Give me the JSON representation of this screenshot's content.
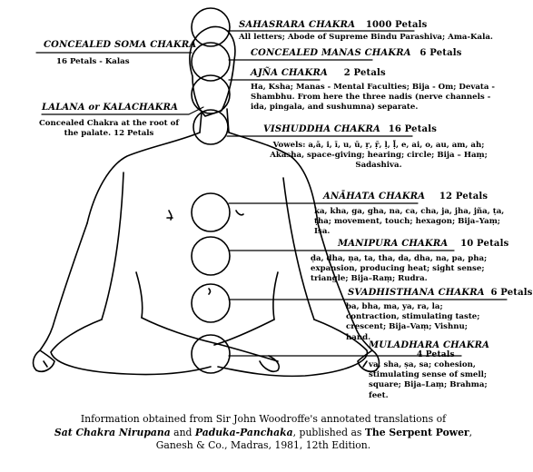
{
  "chakras": {
    "sahasrara": {
      "name": "SAHASRARA CHAKRA",
      "petals": "1000 Petals",
      "desc": "All letters; Abode of Supreme Bindu Parashiva; Ama-Kala."
    },
    "soma": {
      "name": "CONCEALED SOMA CHAKRA",
      "desc": "16 Petals - Kalas"
    },
    "manas": {
      "name": "CONCEALED MANAS CHAKRA",
      "petals": "6 Petals"
    },
    "ajna": {
      "name": "AJÑA CHAKRA",
      "petals": "2 Petals",
      "desc": "Ha, Ksha; Manas - Mental Faculties; Bija - Om; Devata - Shambhu. From here the three nadis (nerve channels - ida, pingala, and sushumna) separate."
    },
    "lalana": {
      "name": "LALANA or KALACHAKRA",
      "desc": "Concealed Chakra at the root of the palate.  12 Petals"
    },
    "vishuddha": {
      "name": "VISHUDDHA CHAKRA",
      "petals": "16 Petals",
      "desc": "Vowels: a,ā, i, ī, u, ū, ṛ, ṝ, ḷ, ḹ, e, ai, o, au, am, ah; Akasha,  space-giving; hearing; circle; Bija – Haṃ; Sadashiva."
    },
    "anahata": {
      "name": "ANĀHATA CHAKRA",
      "petals": "12 Petals",
      "desc": "ka, kha, ga, gha, na, ca, cha, ja, jha, jña, ṭa, ṭha; movement, touch; hexagon; Bija–Yaṃ; Isa."
    },
    "manipura": {
      "name": "MANIPURA CHAKRA",
      "petals": "10 Petals",
      "desc": "ḍa, ḍha, ṇa, ta, tha, da, dha, na, pa, pha; expansion, producing heat; sight sense; triangle; Bija–Raṃ; Rudra."
    },
    "svadhisthana": {
      "name": "SVADHISTHANA CHAKRA",
      "petals": "6 Petals",
      "desc": "ba, bha, ma, ya, ra, la; contraction, stimulating taste; crescent; Bija–Vaṃ; Vishnu; hand."
    },
    "muladhara": {
      "name": "MULADHARA CHAKRA",
      "petals": "4 Petals",
      "desc": "va, sha, ṣa, sa; cohesion, stimulating sense of smell; square; Bija–Laṃ; Brahma; feet."
    }
  },
  "caption": {
    "line1": "Information obtained from Sir John Woodroffe's annotated translations of",
    "book1": "Sat Chakra Nirupana",
    "and": " and ",
    "book2": "Paduka-Panchaka",
    "published": ", published as ",
    "serpent": "The Serpent Power",
    "comma": ",",
    "line3": "Ganesh & Co., Madras, 1981, 12th Edition."
  }
}
